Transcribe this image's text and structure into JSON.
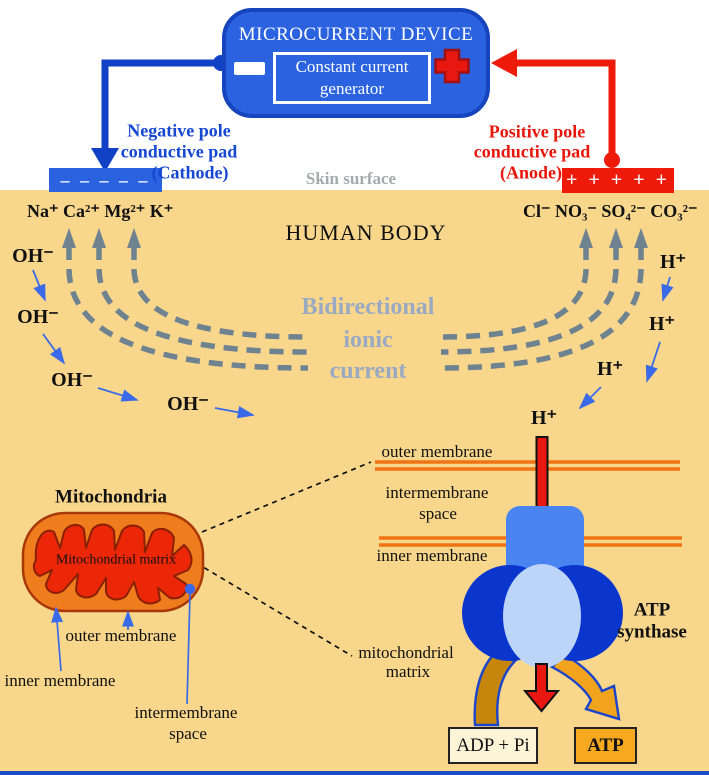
{
  "device": {
    "title": "MICROCURRENT DEVICE",
    "generator_label_lines": [
      "Constant current",
      "generator"
    ]
  },
  "cathode": {
    "pole_lines": [
      "Negative pole",
      "conductive pad",
      "(Cathode)"
    ],
    "pad_symbols": "– – – – –"
  },
  "anode": {
    "pole_lines": [
      "Positive pole",
      "conductive pad",
      "(Anode)"
    ],
    "pad_symbols": "+ + + + +"
  },
  "skin_surface_label": "Skin surface",
  "human_body": {
    "title": "HUMAN BODY",
    "cations": "Na⁺ Ca²⁺ Mg²⁺ K⁺",
    "anions": "Cl⁻ NO₃⁻ SO₄²⁻ CO₃²⁻",
    "current_label_lines": [
      "Bidirectional",
      "ionic",
      "current"
    ],
    "hydroxide_ions": [
      "OH⁻",
      "OH⁻",
      "OH⁻",
      "OH⁻"
    ],
    "protons": [
      "H⁺",
      "H⁺",
      "H⁺",
      "H⁺"
    ]
  },
  "mitochondria": {
    "title": "Mitochondria",
    "matrix_label": "Mitochondrial matrix",
    "outer_membrane_label": "outer membrane",
    "inner_membrane_label": "inner membrane",
    "intermembrane_lines": [
      "intermembrane",
      "space"
    ]
  },
  "membrane_view": {
    "outer_membrane_label": "outer membrane",
    "intermembrane_lines": [
      "intermembrane",
      "space"
    ],
    "inner_membrane_label": "inner membrane",
    "matrix_lines": [
      "mitochondrial",
      "matrix"
    ],
    "synthase_lines": [
      "ATP",
      "synthase"
    ],
    "adp_label": "ADP + Pi",
    "atp_label": "ATP"
  },
  "colors": {
    "device_blue": "#2A62E0",
    "wire_blue": "#1141C4",
    "signal_red": "#EE1B0B",
    "body_tan": "#F8D78C",
    "skin_gray": "#A3ABAD",
    "current_gray_blue": "#9AA9C2",
    "dashed_arrow_gray": "#6E8290",
    "membrane_orange": "#F07414",
    "mito_orange": "#EF7D1E",
    "matrix_red": "#EC2708",
    "synthase_dark_blue": "#0B36CE",
    "synthase_mid_blue": "#4A84F0",
    "synthase_light_blue": "#BCD5F8",
    "atp_gold": "#F6A81E",
    "adp_cream": "#FDF4D8",
    "arrow_gold": "#C6860E",
    "label_arrow_blue": "#3A6AE8"
  }
}
